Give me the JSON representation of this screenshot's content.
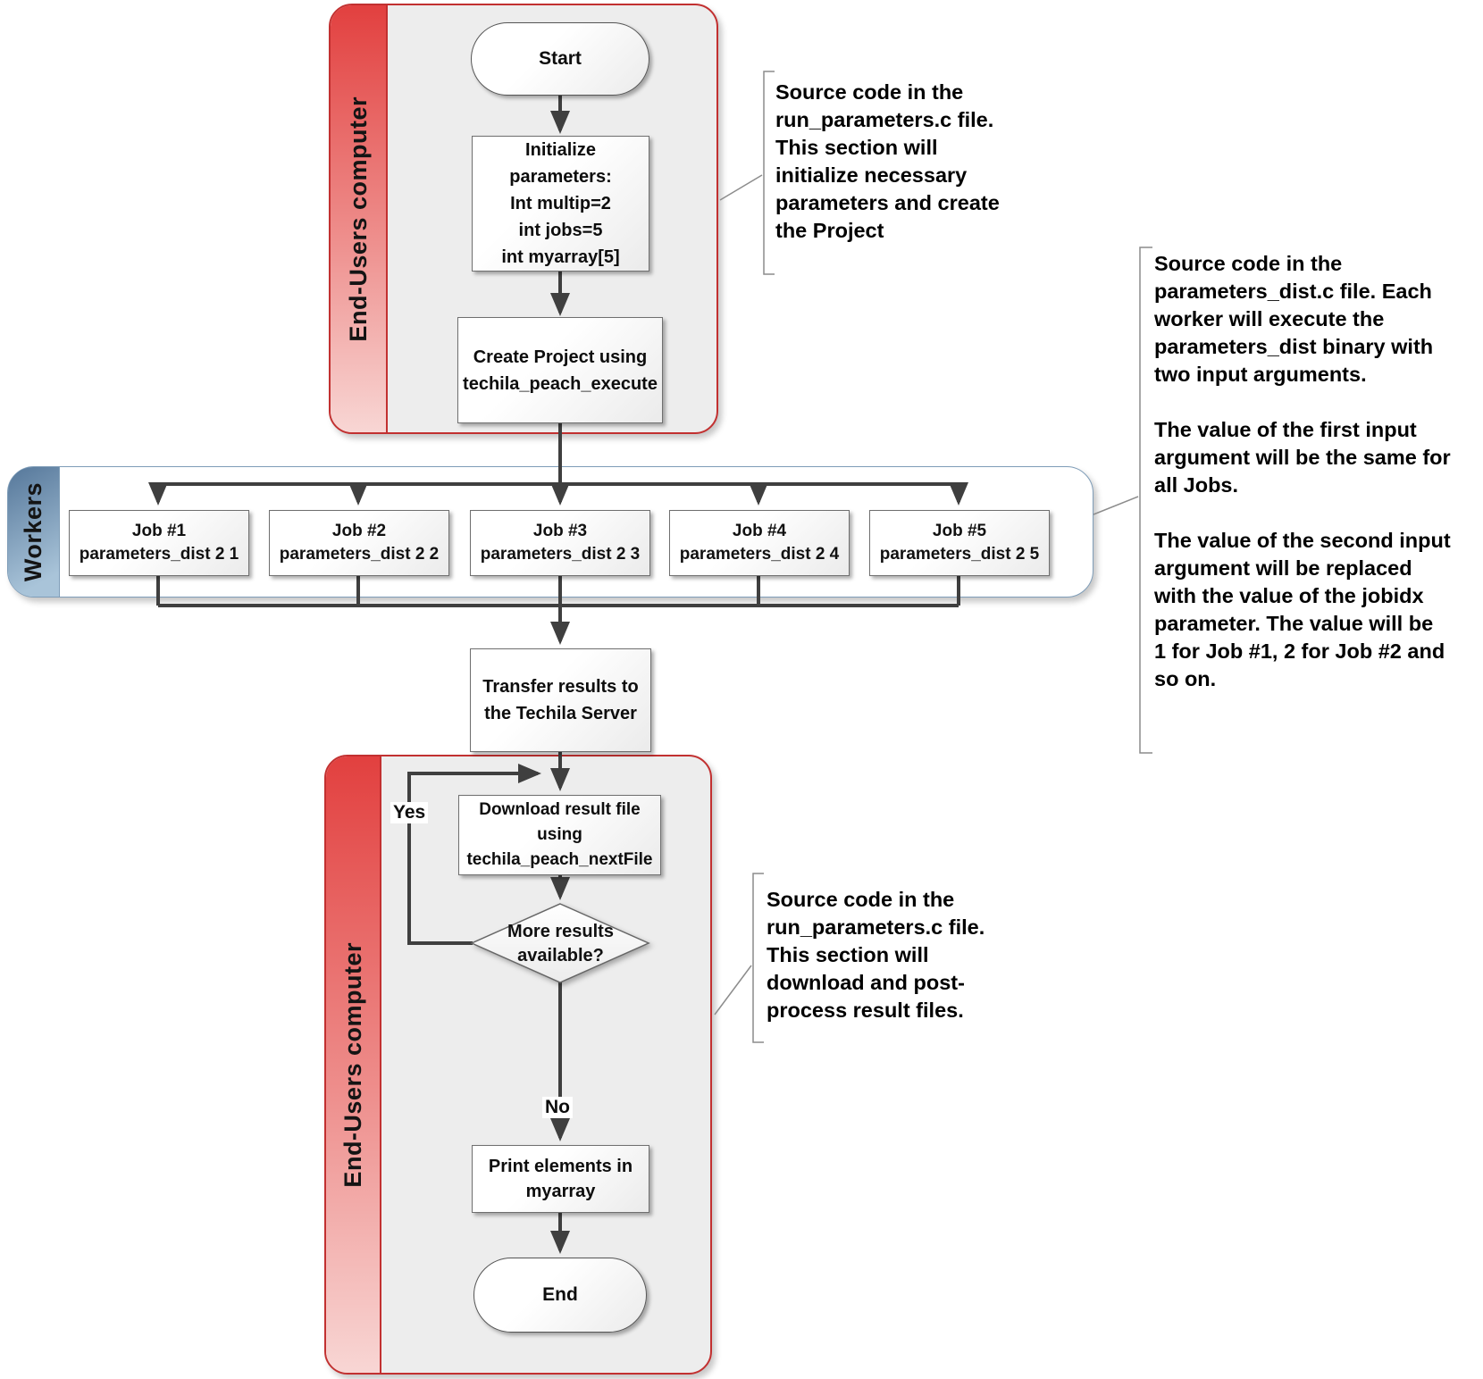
{
  "sections": {
    "top": {
      "label": "End-Users computer"
    },
    "workers": {
      "label": "Workers"
    },
    "bottom": {
      "label": "End-Users computer"
    }
  },
  "nodes": {
    "start": {
      "label": "Start"
    },
    "initialize": {
      "label": "Initialize\nparameters:\nInt multip=2\nint jobs=5\nint myarray[5]"
    },
    "create_project": {
      "label": "Create Project using\ntechila_peach_execute"
    },
    "transfer": {
      "label": "Transfer results to\nthe Techila Server"
    },
    "download": {
      "label": "Download result file\nusing\ntechila_peach_nextFile"
    },
    "decision": {
      "label": "More results\navailable?",
      "yes": "Yes",
      "no": "No"
    },
    "print": {
      "label": "Print elements in\nmyarray"
    },
    "end": {
      "label": "End"
    }
  },
  "jobs": [
    {
      "title": "Job #1",
      "command": "parameters_dist 2 1"
    },
    {
      "title": "Job #2",
      "command": "parameters_dist 2 2"
    },
    {
      "title": "Job #3",
      "command": "parameters_dist 2 3"
    },
    {
      "title": "Job #4",
      "command": "parameters_dist 2 4"
    },
    {
      "title": "Job #5",
      "command": "parameters_dist 2 5"
    }
  ],
  "annotations": [
    {
      "text": "Source code in the\nrun_parameters.c file.\nThis section will\ninitialize necessary\nparameters and create\nthe Project"
    },
    {
      "text": "Source code in the\nparameters_dist.c file. Each\nworker will execute the\nparameters_dist binary with\ntwo input arguments.\n\nThe value of the first input\nargument will be the same for\nall Jobs.\n\nThe value of the second input\nargument will be replaced\nwith the value of the jobidx\nparameter. The value will be\n1 for Job #1,  2 for Job #2 and\nso on."
    },
    {
      "text": "Source code in the\nrun_parameters.c file.\nThis section will\ndownload and post-\nprocess result files."
    }
  ],
  "colors": {
    "red_border": "#c23030",
    "red_band_top": "#e2403f",
    "red_band_bottom": "#f8d6d4",
    "blue_border": "#7f9db8",
    "blue_band_top": "#55779a",
    "blue_band_bottom": "#a9c4d9",
    "connector": "#3f3f3f",
    "node_border": "#6f6f6f",
    "container_fill": "#ededed"
  }
}
